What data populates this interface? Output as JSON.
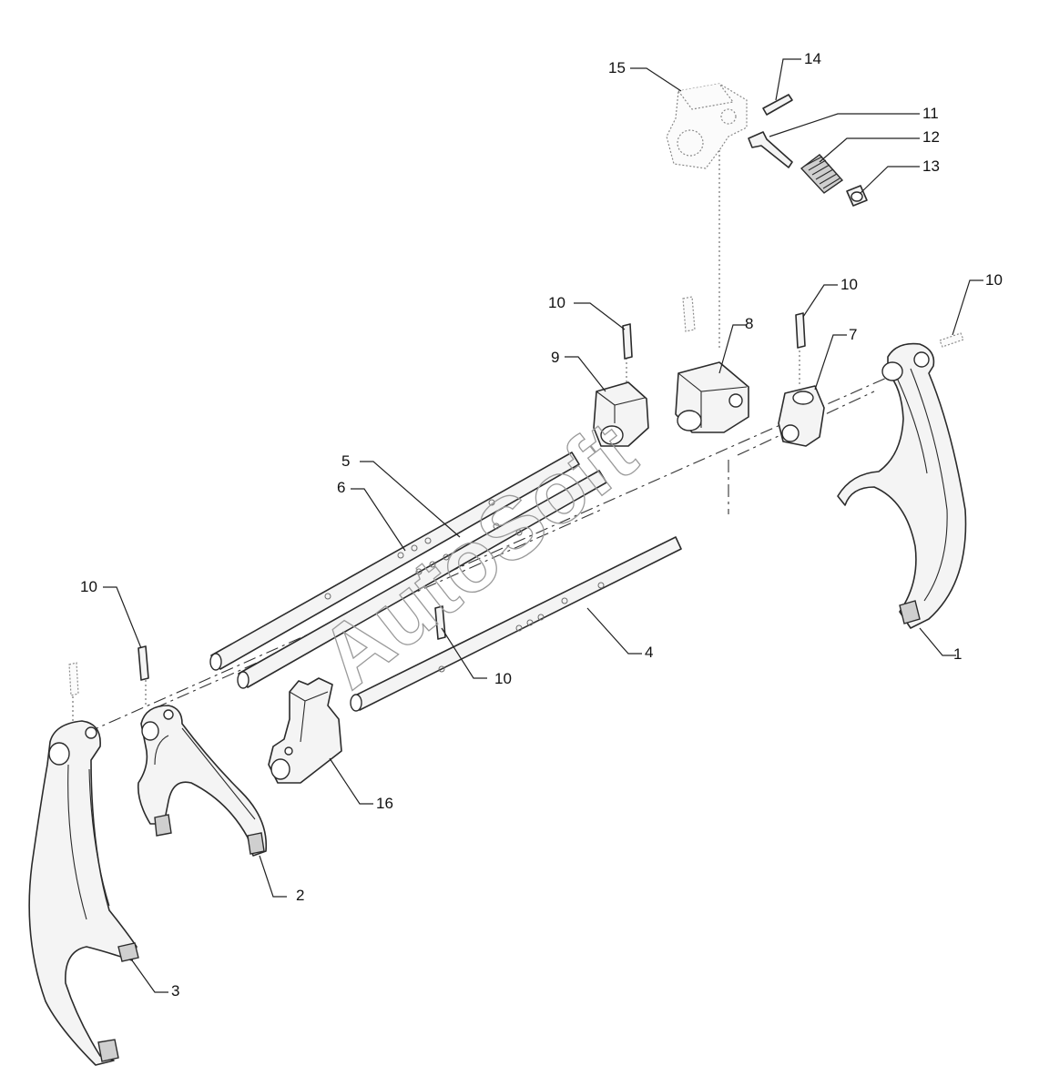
{
  "watermark": "AutoSoft",
  "callouts": [
    {
      "id": "c1",
      "text": "1"
    },
    {
      "id": "c2",
      "text": "2"
    },
    {
      "id": "c3",
      "text": "3"
    },
    {
      "id": "c4",
      "text": "4"
    },
    {
      "id": "c5",
      "text": "5"
    },
    {
      "id": "c6",
      "text": "6"
    },
    {
      "id": "c7",
      "text": "7"
    },
    {
      "id": "c8",
      "text": "8"
    },
    {
      "id": "c9",
      "text": "9"
    },
    {
      "id": "c10a",
      "text": "10"
    },
    {
      "id": "c10b",
      "text": "10"
    },
    {
      "id": "c10c",
      "text": "10"
    },
    {
      "id": "c10d",
      "text": "10"
    },
    {
      "id": "c10e",
      "text": "10"
    },
    {
      "id": "c11",
      "text": "11"
    },
    {
      "id": "c12",
      "text": "12"
    },
    {
      "id": "c13",
      "text": "13"
    },
    {
      "id": "c14",
      "text": "14"
    },
    {
      "id": "c15",
      "text": "15"
    },
    {
      "id": "c16",
      "text": "16"
    }
  ]
}
